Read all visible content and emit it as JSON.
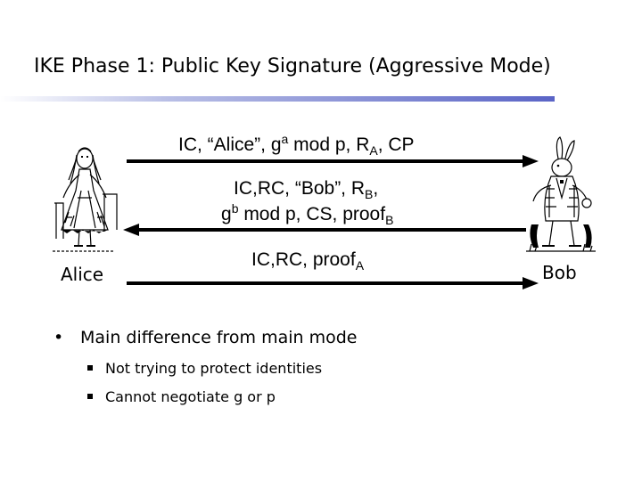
{
  "title": "IKE Phase 1: Public Key Signature (Aggressive Mode)",
  "actors": {
    "left": "Alice",
    "right": "Bob"
  },
  "messages": [
    {
      "direction": "right",
      "parts": {
        "p1": "IC, “Alice”, g",
        "sup1": "a",
        "p2": " mod p, R",
        "sub1": "A",
        "p3": ", CP"
      }
    },
    {
      "direction": "left",
      "line1": {
        "p1": "IC,RC, “Bob”, R",
        "sub1": "B",
        "p2": ","
      },
      "line2": {
        "p1": "g",
        "sup1": "b",
        "p2": " mod p, CS, proof",
        "sub1": "B"
      }
    },
    {
      "direction": "right",
      "parts": {
        "p1": "IC,RC, proof",
        "sub1": "A"
      }
    }
  ],
  "bullets": {
    "main": "Main difference from main mode",
    "sub": [
      "Not trying to protect identities",
      "Cannot negotiate g or p"
    ]
  },
  "colors": {
    "arrow": "#000000",
    "title_rule_start": "#ffffff",
    "title_rule_end": "#5a64c6"
  },
  "icons": {
    "left_actor": "alice-illustration",
    "right_actor": "white-rabbit-illustration"
  }
}
